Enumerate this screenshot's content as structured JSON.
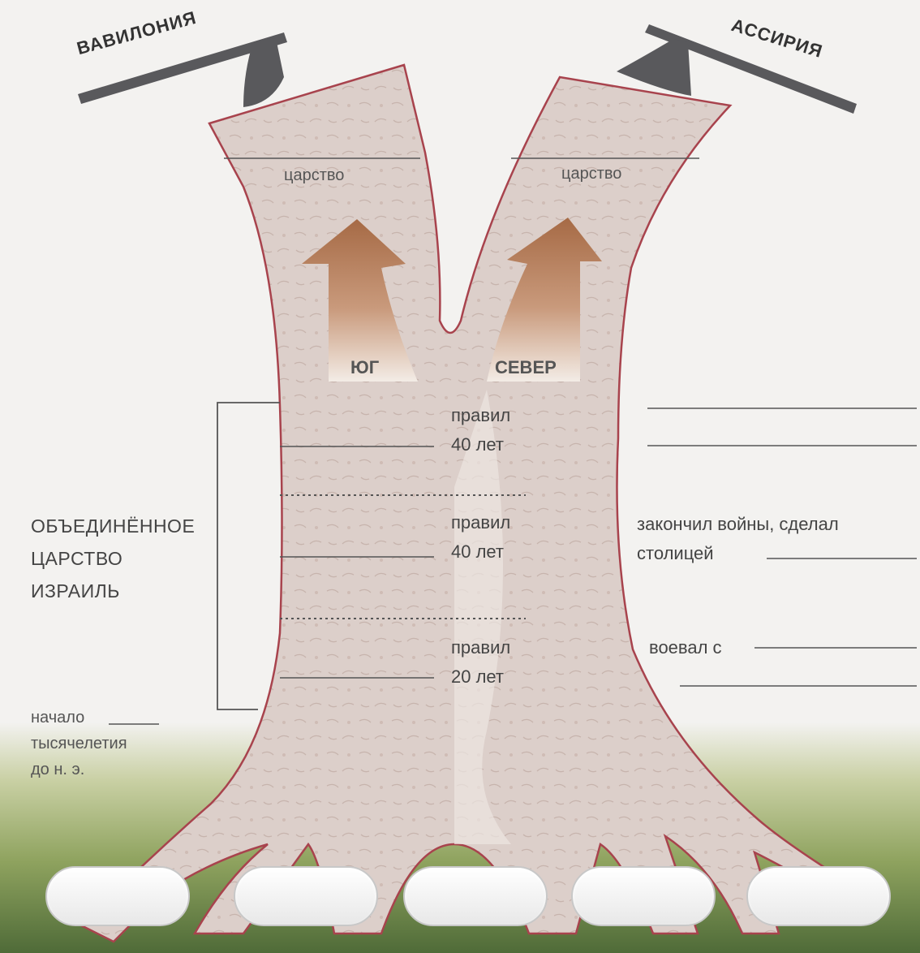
{
  "countries": {
    "left": "ВАВИЛОНИЯ",
    "right": "АССИРИЯ"
  },
  "kingdoms": {
    "left_label": "царство",
    "right_label": "царство"
  },
  "directions": {
    "south": "ЮГ",
    "north": "СЕВЕР"
  },
  "reigns": [
    {
      "line1": "правил",
      "line2": "40 лет"
    },
    {
      "line1": "правил",
      "line2": "40 лет"
    },
    {
      "line1": "правил",
      "line2": "20 лет"
    }
  ],
  "united": {
    "line1": "ОБЪЕДИНЁННОЕ",
    "line2": "ЦАРСТВО",
    "line3": "ИЗРАИЛЬ"
  },
  "right_notes": {
    "wars_line1": "закончил войны, сделал",
    "wars_line2": "столицей",
    "fought": "воевал с"
  },
  "era": {
    "line1": "начало",
    "line2": "тысячелетия",
    "line3": "до н. э."
  },
  "colors": {
    "trunk": "#dccfca",
    "outline": "#a8434d",
    "grass": "#8aa05c",
    "axe": "#59595c",
    "arrow": "#a66a45"
  },
  "root_blanks": 5
}
